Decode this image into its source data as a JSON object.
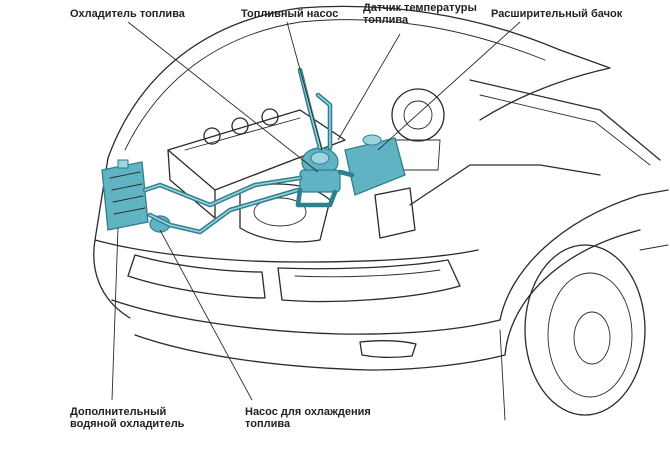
{
  "labels": {
    "fuel_cooler": "Охладитель топлива",
    "fuel_pump": "Топливный насос",
    "temp_sensor_line1": "Датчик температуры",
    "temp_sensor_line2": "топлива",
    "expansion_tank": "Расширительный бачок",
    "aux_cooler_line1": "Дополнительный",
    "aux_cooler_line2": "водяной охладитель",
    "cooling_pump_line1": "Насос для охлаждения",
    "cooling_pump_line2": "топлива"
  },
  "colors": {
    "line_art": "#2b2b2b",
    "highlight": "#3b8fa0",
    "highlight_fill": "#5fb3c2",
    "label_text": "#222222",
    "background": "#ffffff"
  }
}
